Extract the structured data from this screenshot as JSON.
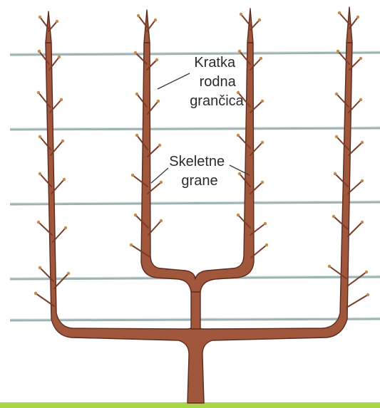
{
  "labels": {
    "short_fruiting_spur": [
      "Kratka",
      "rodna",
      "grančica"
    ],
    "scaffold_branches": [
      "Skeletne",
      "grane"
    ]
  },
  "colors": {
    "background": "#ffffff",
    "wire": "#9fb3b3",
    "wire_light": "#d7e2e2",
    "trunk": "#a0573c",
    "trunk_outline": "#5e2a1c",
    "bud": "#c48a4a",
    "ground": "#a9d64a",
    "leader_line": "#3a3a3a"
  }
}
